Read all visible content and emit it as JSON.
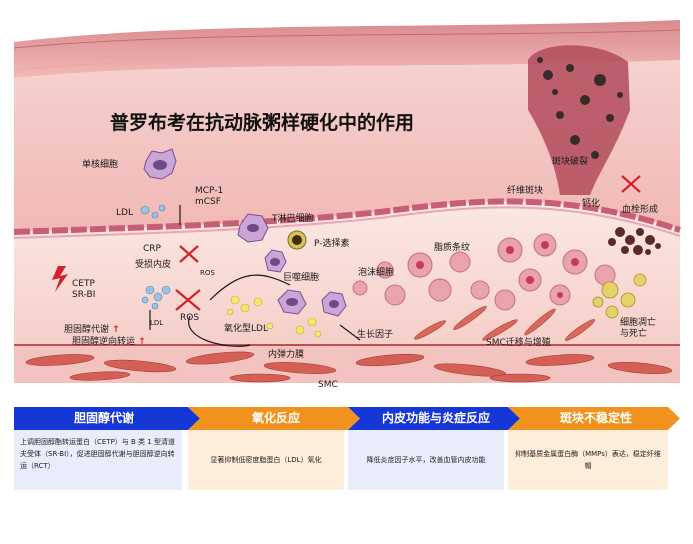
{
  "title": "普罗布考在抗动脉粥样硬化中的作用",
  "labels": {
    "monocyte": "单核细胞",
    "ldl_top": "LDL",
    "mcp": "MCP-1",
    "mcsf": "mCSF",
    "tcell": "T淋巴细胞",
    "pselectin": "P-选择素",
    "crp": "CRP",
    "damaged_endo": "受损内皮",
    "cetp": "CETP",
    "srbi": "SR-BI",
    "ros_small": "ROS",
    "ldl_mid": "LDL",
    "ros_big": "ROS",
    "chol_metab": "胆固醇代谢",
    "chol_rct": "胆固醇逆向转运",
    "oxldl": "氧化型LDL",
    "macrophage": "巨噬细胞",
    "elastic": "内弹力膜",
    "foam": "泡沫细胞",
    "growth": "生长因子",
    "lipid_streak": "脂质条纹",
    "fibrous": "纤维斑块",
    "rupture": "斑块破裂",
    "calcify": "钙化",
    "thrombus": "血栓形成",
    "smc_mig": "SMC迁移与增殖",
    "apoptosis1": "细胞凋亡",
    "apoptosis2": "与死亡",
    "smc": "SMC"
  },
  "phases": [
    {
      "label": "胆固醇代谢",
      "color": "#1736d6"
    },
    {
      "label": "氧化反应",
      "color": "#f0931e"
    },
    {
      "label": "内皮功能与炎症反应",
      "color": "#1736d6"
    },
    {
      "label": "斑块不稳定性",
      "color": "#f0931e"
    }
  ],
  "cards": [
    "上调胆固醇酯转运蛋白（CETP）与 B 类 1 型清道夫受体（SR-BI），促进胆固醇代谢与胆固醇逆向转运（RCT）",
    "显著抑制低密度脂蛋白（LDL）氧化",
    "降低炎症因子水平，改善血管内皮功能",
    "抑制基质金属蛋白酶（MMPs）表达，稳定纤维帽"
  ]
}
